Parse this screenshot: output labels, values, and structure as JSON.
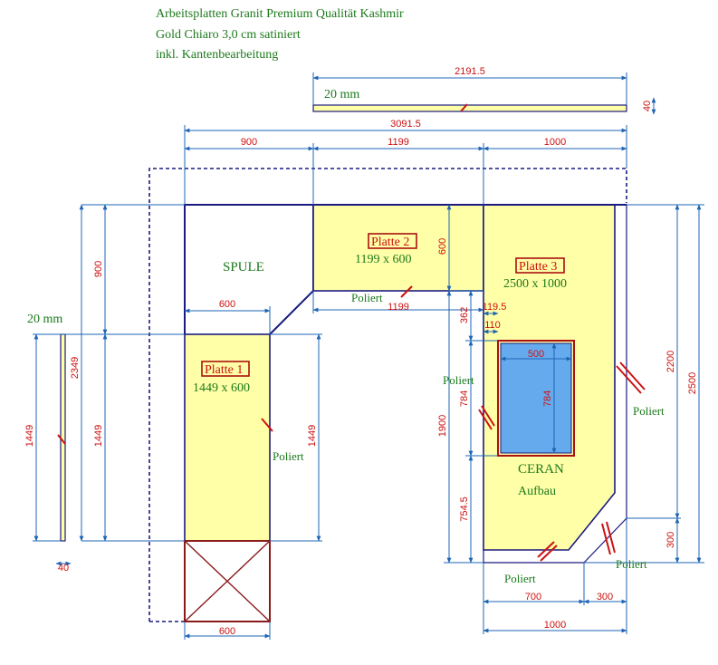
{
  "header": {
    "line1": "Arbeitsplatten Granit Premium Qualität Kashmir",
    "line2": "Gold Chiaro 3,0 cm satiniert",
    "line3": "inkl. Kantenbearbeitung"
  },
  "labels": {
    "thickness_top": "20 mm",
    "thickness_left": "20 mm",
    "spule": "SPULE",
    "ceran": "CERAN",
    "aufbau": "Aufbau",
    "poliert": "Poliert"
  },
  "plates": {
    "p1": {
      "name": "Platte 1",
      "size": "1449 x 600"
    },
    "p2": {
      "name": "Platte 2",
      "size": "1199 x 600"
    },
    "p3": {
      "name": "Platte 3",
      "size": "2500 x 1000"
    }
  },
  "dims": {
    "top_strip": "2191.5",
    "top_strip_thick": "40",
    "overall": "3091.5",
    "seg_900": "900",
    "seg_1199": "1199",
    "seg_1000": "1000",
    "left_900": "900",
    "left_1449_a": "1449",
    "left_1449_b": "1449",
    "left_2349": "2349",
    "strip_thick_bottom": "40",
    "p1_width": "600",
    "p1_right_1449": "1449",
    "p2_depth": "600",
    "p2_under": "1199",
    "d_362": "362",
    "d_119_5": "119.5",
    "d_110": "110",
    "d_1900": "1900",
    "d_784_left": "784",
    "d_754_5": "754.5",
    "ceran_w": "500",
    "ceran_h": "784",
    "d_2200": "2200",
    "d_2500": "2500",
    "d_300_right": "300",
    "d_700": "700",
    "d_300_bottom": "300",
    "bottom_1000": "1000",
    "bottom_600": "600"
  },
  "colors": {
    "slab": "#ffffa8",
    "outline": "#1a1a80",
    "dim_line": "#1e64b4",
    "dim_text": "#cc1111",
    "label": "#1c7a1c",
    "ceran": "#66aaee",
    "ceran_border": "#aa1111",
    "cabinet": "#8a1a1a"
  }
}
